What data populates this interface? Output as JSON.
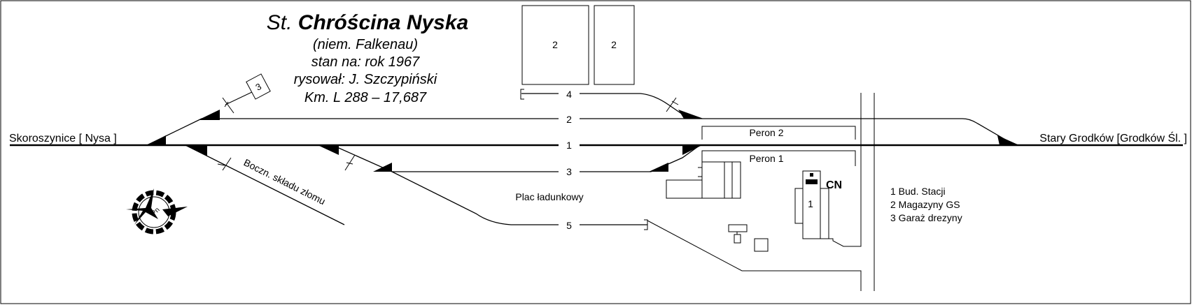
{
  "title": {
    "prefix": "St.",
    "name": "Chróścina Nyska",
    "lines": [
      "(niem. Falkenau)",
      "stan na: rok 1967",
      "rysował: J. Szczypiński",
      "Km. L 288 – 17,687"
    ]
  },
  "destinations": {
    "left": "Skoroszynice [ Nysa ]",
    "right": "Stary Grodków [Grodków Śl. ]"
  },
  "tracks": [
    {
      "number": "1"
    },
    {
      "number": "2"
    },
    {
      "number": "3"
    },
    {
      "number": "4"
    },
    {
      "number": "5"
    }
  ],
  "platforms": [
    "Peron 2",
    "Peron 1"
  ],
  "siding_label": "Boczn.  składu złomu",
  "yard_label": "Plac ładunkowy",
  "buildings": {
    "warehouse_a": "2",
    "warehouse_b": "2",
    "station": "1",
    "garage": "3"
  },
  "signal_box": "CN",
  "legend": [
    "1 Bud. Stacji",
    "2 Magazyny GS",
    "3 Garaż drezyny"
  ],
  "compass_label": "Pn"
}
